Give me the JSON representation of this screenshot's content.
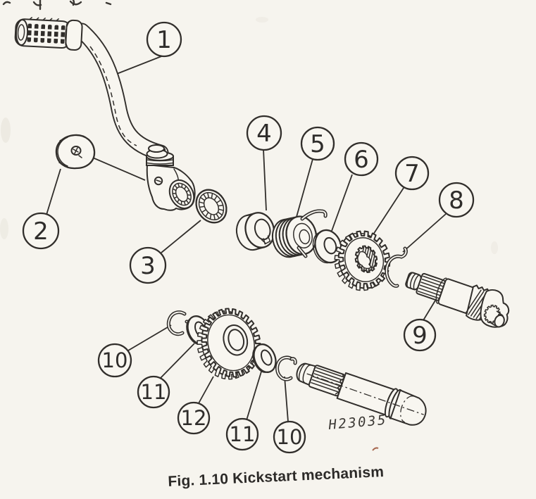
{
  "figure": {
    "caption": "Fig. 1.10 Kickstart mechanism",
    "drawing_number": "H23035"
  },
  "callouts": [
    "1",
    "2",
    "3",
    "4",
    "5",
    "6",
    "7",
    "8",
    "9",
    "10",
    "11",
    "12",
    "11",
    "10"
  ],
  "colors": {
    "ink": "#312e2b",
    "paper": "#f6f4ee"
  }
}
